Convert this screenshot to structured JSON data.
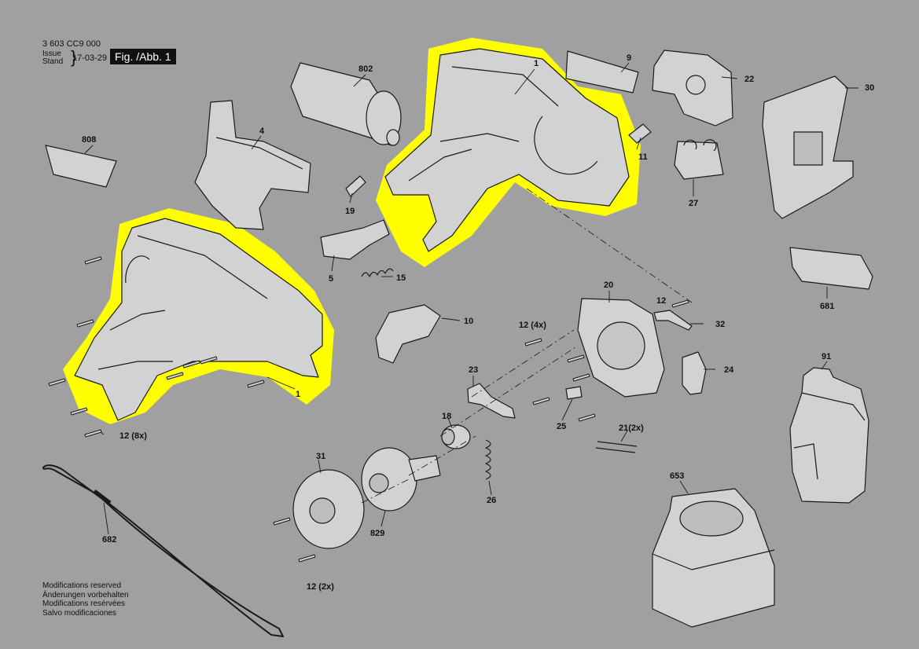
{
  "header": {
    "doc_number": "3 603 CC9 000",
    "issue_label": "Issue",
    "stand_label": "Stand",
    "date": "17-03-29",
    "fig_label": "Fig. /Abb. 1"
  },
  "footer": {
    "lines": [
      "Modifications reserved",
      "Änderungen vorbehalten",
      "Modifications resérvées",
      "Salvo modificaciones"
    ]
  },
  "colors": {
    "highlight": "#ffff00",
    "background": "#a0a0a0",
    "part_fill": "#d2d2d2",
    "ink": "#111111"
  },
  "part_labels": {
    "p1_top": "1",
    "p1_bottom": "1",
    "p4": "4",
    "p5": "5",
    "p9": "9",
    "p10": "10",
    "p11": "11",
    "p12_top": "12",
    "p12_4x": "12 (4x)",
    "p12_8x": "12 (8x)",
    "p12_2x": "12 (2x)",
    "p15": "15",
    "p18": "18",
    "p19": "19",
    "p20": "20",
    "p21_2x": "21(2x)",
    "p22": "22",
    "p23": "23",
    "p24": "24",
    "p25": "25",
    "p26": "26",
    "p27": "27",
    "p30": "30",
    "p31": "31",
    "p32": "32",
    "p91": "91",
    "p653": "653",
    "p681": "681",
    "p682": "682",
    "p802": "802",
    "p808": "808",
    "p829": "829"
  }
}
